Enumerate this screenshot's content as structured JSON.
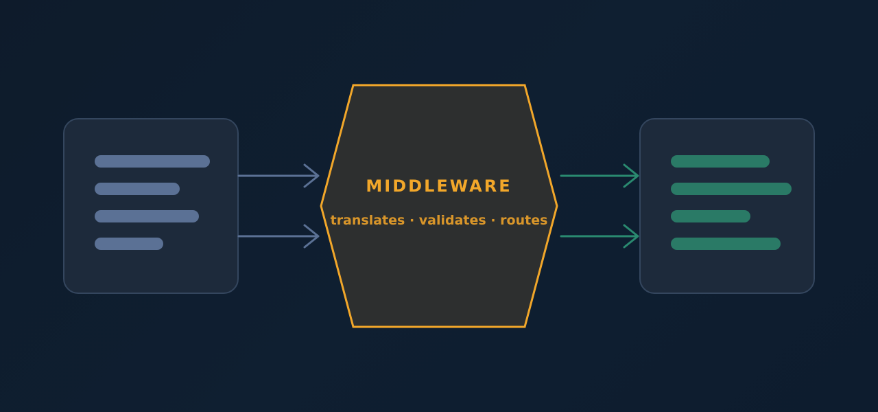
{
  "middleware": {
    "title": "MIDDLEWARE",
    "subtitle": "translates · validates · routes"
  },
  "source_panel": {
    "line_count": 4
  },
  "target_panel": {
    "line_count": 4
  },
  "colors": {
    "background": "#0f1d2e",
    "panel_fill": "#1d2a3b",
    "panel_border": "#34465e",
    "source_accent": "#5b7195",
    "target_accent": "#2a7a66",
    "hex_fill": "#2d2f2f",
    "hex_stroke": "#f2a72a",
    "title_color": "#f2a72a",
    "subtitle_color": "#d9962a",
    "incoming_arrow": "#5b7195",
    "outgoing_arrow": "#2a8a70"
  },
  "icons": {
    "source": "document-lines-icon",
    "target": "document-lines-icon"
  }
}
